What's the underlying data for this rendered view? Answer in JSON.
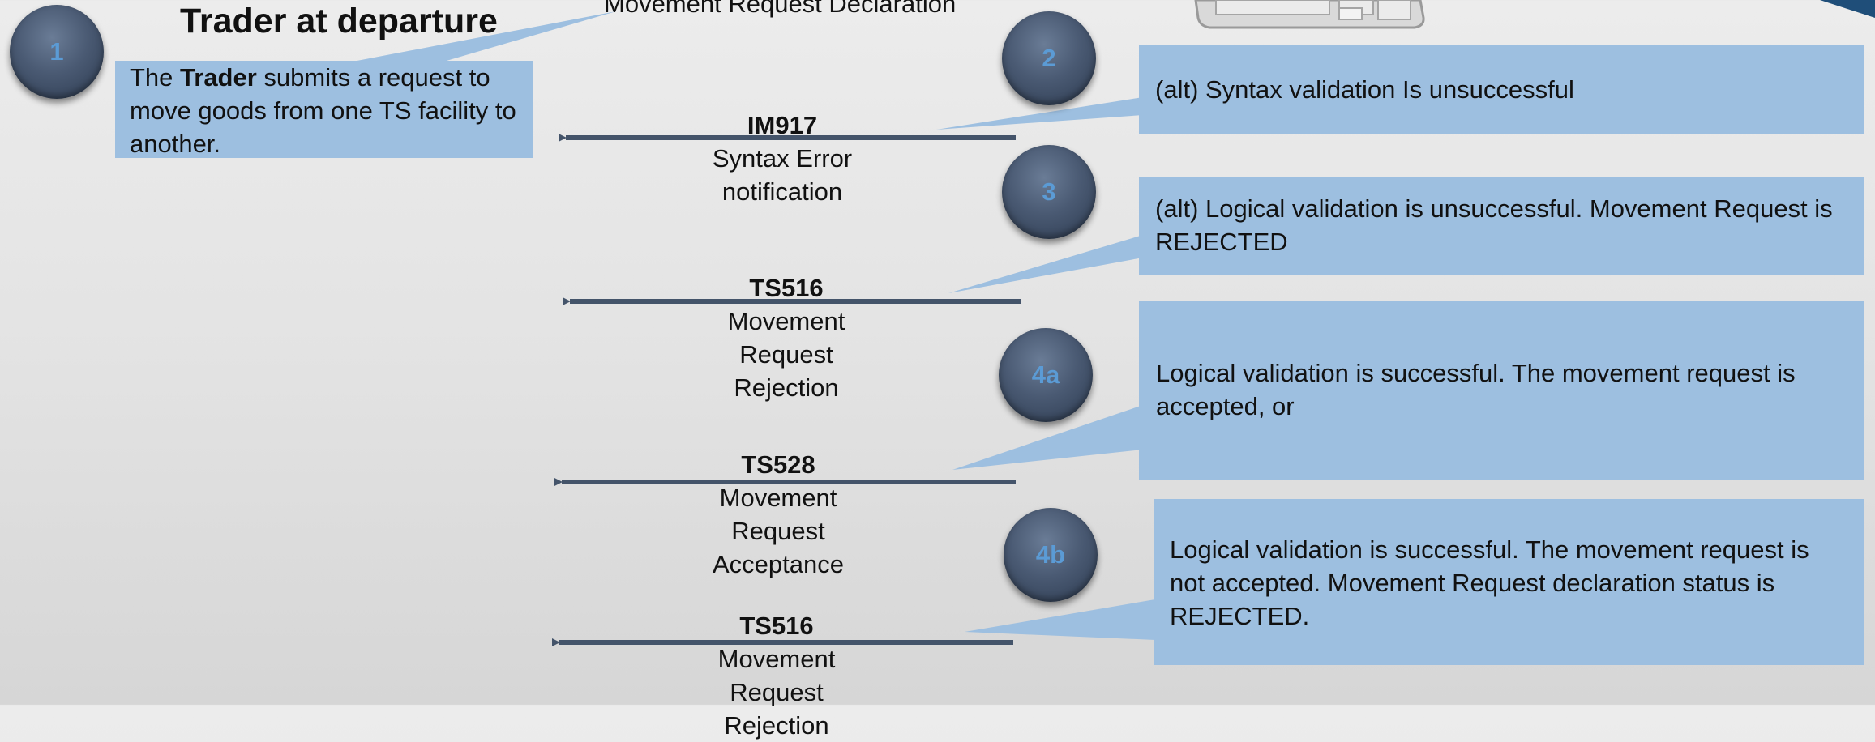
{
  "trader_title": "Trader at departure",
  "top_label": "Movement Request Declaration",
  "trader_note": {
    "prefix": "The ",
    "bold": "Trader",
    "suffix": " submits a request to move goods from one TS facility to another."
  },
  "steps": [
    {
      "badge": "1"
    },
    {
      "badge": "2",
      "text": "(alt) Syntax validation Is unsuccessful",
      "code": "IM917",
      "desc": "Syntax Error notification"
    },
    {
      "badge": "3",
      "text": "(alt) Logical validation is unsuccessful. Movement Request is REJECTED",
      "code": "TS516",
      "desc": "Movement Request Rejection"
    },
    {
      "badge": "4a",
      "text": "Logical validation is successful. The movement request is accepted, or",
      "code": "TS528",
      "desc": "Movement Request Acceptance"
    },
    {
      "badge": "4b",
      "text": "Logical validation is successful. The movement request is not accepted. Movement Request declaration status is REJECTED.",
      "code": "TS516",
      "desc": "Movement Request Rejection"
    }
  ],
  "colors": {
    "badge_text": "#5b9bd5",
    "callout_fill": "#9dbfe0",
    "arrow": "#44546a",
    "corner_accent": "#1f4e79"
  },
  "icons": [
    "keyboard-icon"
  ]
}
